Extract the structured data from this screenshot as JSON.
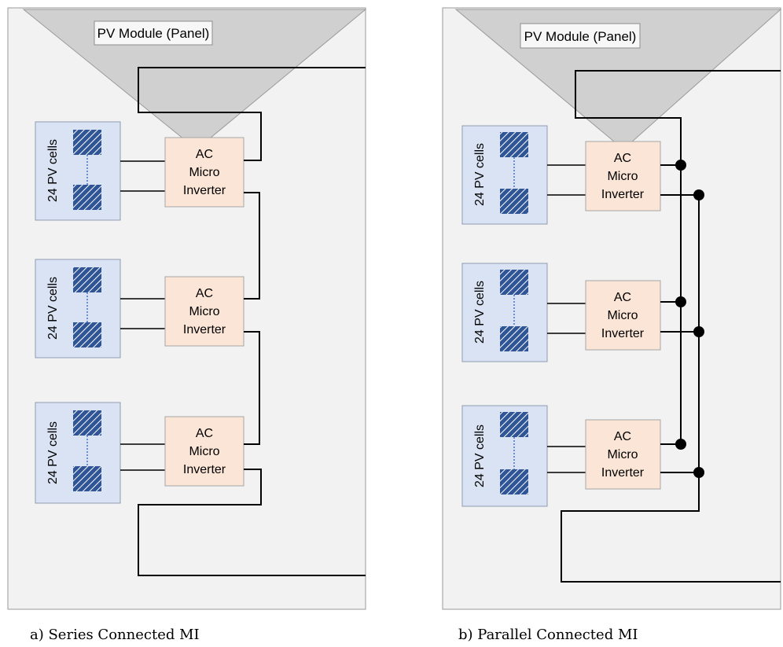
{
  "colors": {
    "panel_fill": "#f2f2f2",
    "panel_stroke": "#9a9a9a",
    "triangle_fill": "#d0d0d0",
    "cell_box_fill": "#dae3f3",
    "cell_box_stroke": "#8f9bb3",
    "cell_fill": "#2f5597",
    "inverter_fill": "#fbe5d6",
    "inverter_stroke": "#a6a6a6",
    "wire": "#000000",
    "node": "#000000",
    "dotted_link": "#4472c4"
  },
  "series": {
    "module_label": "PV Module (Panel)",
    "caption": "a) Series Connected MI",
    "units": [
      {
        "cells_label": "24 PV cells",
        "inverter_lines": [
          "AC",
          "Micro",
          "Inverter"
        ]
      },
      {
        "cells_label": "24 PV cells",
        "inverter_lines": [
          "AC",
          "Micro",
          "Inverter"
        ]
      },
      {
        "cells_label": "24 PV cells",
        "inverter_lines": [
          "AC",
          "Micro",
          "Inverter"
        ]
      }
    ]
  },
  "parallel": {
    "module_label": "PV Module (Panel)",
    "caption": "b) Parallel Connected MI",
    "units": [
      {
        "cells_label": "24 PV cells",
        "inverter_lines": [
          "AC",
          "Micro",
          "Inverter"
        ]
      },
      {
        "cells_label": "24 PV cells",
        "inverter_lines": [
          "AC",
          "Micro",
          "Inverter"
        ]
      },
      {
        "cells_label": "24 PV cells",
        "inverter_lines": [
          "AC",
          "Micro",
          "Inverter"
        ]
      }
    ]
  }
}
